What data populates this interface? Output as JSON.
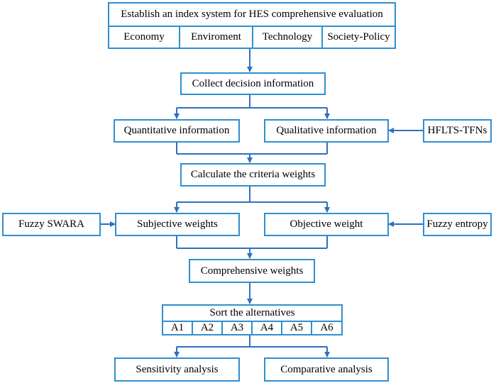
{
  "index_system": {
    "title": "Establish an index system for HES comprehensive evaluation",
    "categories": [
      "Economy",
      "Enviroment",
      "Technology",
      "Society-Policy"
    ]
  },
  "collect": "Collect decision information",
  "quantitative": "Quantitative information",
  "qualitative": "Qualitative information",
  "hflts": "HFLTS-TFNs",
  "calculate": "Calculate the criteria weights",
  "fuzzy_swara": "Fuzzy SWARA",
  "subjective": "Subjective weights",
  "objective": "Objective weight",
  "fuzzy_entropy": "Fuzzy entropy",
  "comprehensive": "Comprehensive weights",
  "sort": {
    "title": "Sort the alternatives",
    "alternatives": [
      "A1",
      "A2",
      "A3",
      "A4",
      "A5",
      "A6"
    ]
  },
  "sensitivity": "Sensitivity analysis",
  "comparative": "Comparative analysis",
  "colors": {
    "border": "#2f8fd0",
    "arrow": "#2f6fc0"
  }
}
